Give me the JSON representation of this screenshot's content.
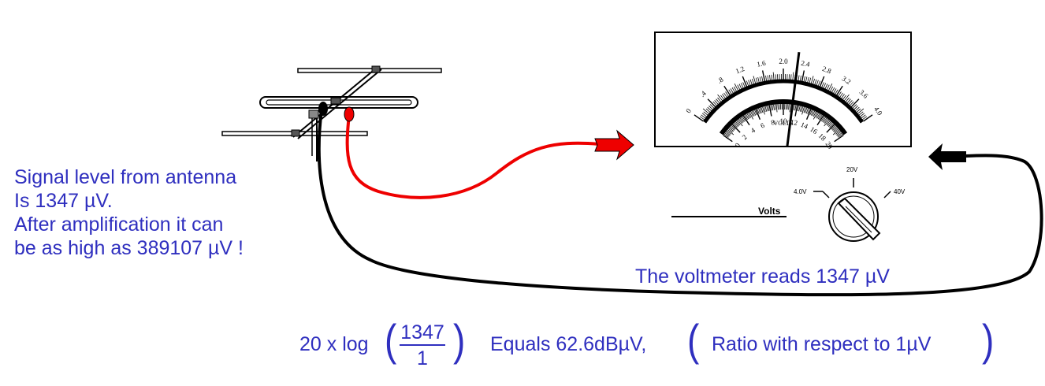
{
  "annotation": {
    "lines": [
      "Signal level from antenna",
      "Is 1347 µV.",
      "After amplification it can",
      "be as high as 389107 µV !"
    ]
  },
  "voltmeter_note": "The voltmeter reads 1347 µV",
  "formula": {
    "prefix": "20 x log",
    "numerator": "1347",
    "denominator": "1",
    "result": "Equals 62.6dBµV,",
    "ratio_note": "Ratio with respect to 1µV"
  },
  "meter": {
    "upper_scale": [
      "0",
      ".4",
      ".8",
      "1.2",
      "1.6",
      "2.0",
      "2.4",
      "2.8",
      "3.2",
      "3.6",
      "4.0"
    ],
    "lower_scale": [
      "0",
      "2",
      "4",
      "6",
      "8",
      "10",
      "12",
      "14",
      "16",
      "18",
      "20"
    ],
    "unit_label": "VOLTS",
    "needle_reading": 11.3
  },
  "range_selector": {
    "label": "Volts",
    "options": [
      "4.0V",
      "20V",
      "40V"
    ]
  },
  "colors": {
    "text": "#2f2fbf",
    "red_lead": "#ee0000",
    "black_lead": "#000000"
  }
}
